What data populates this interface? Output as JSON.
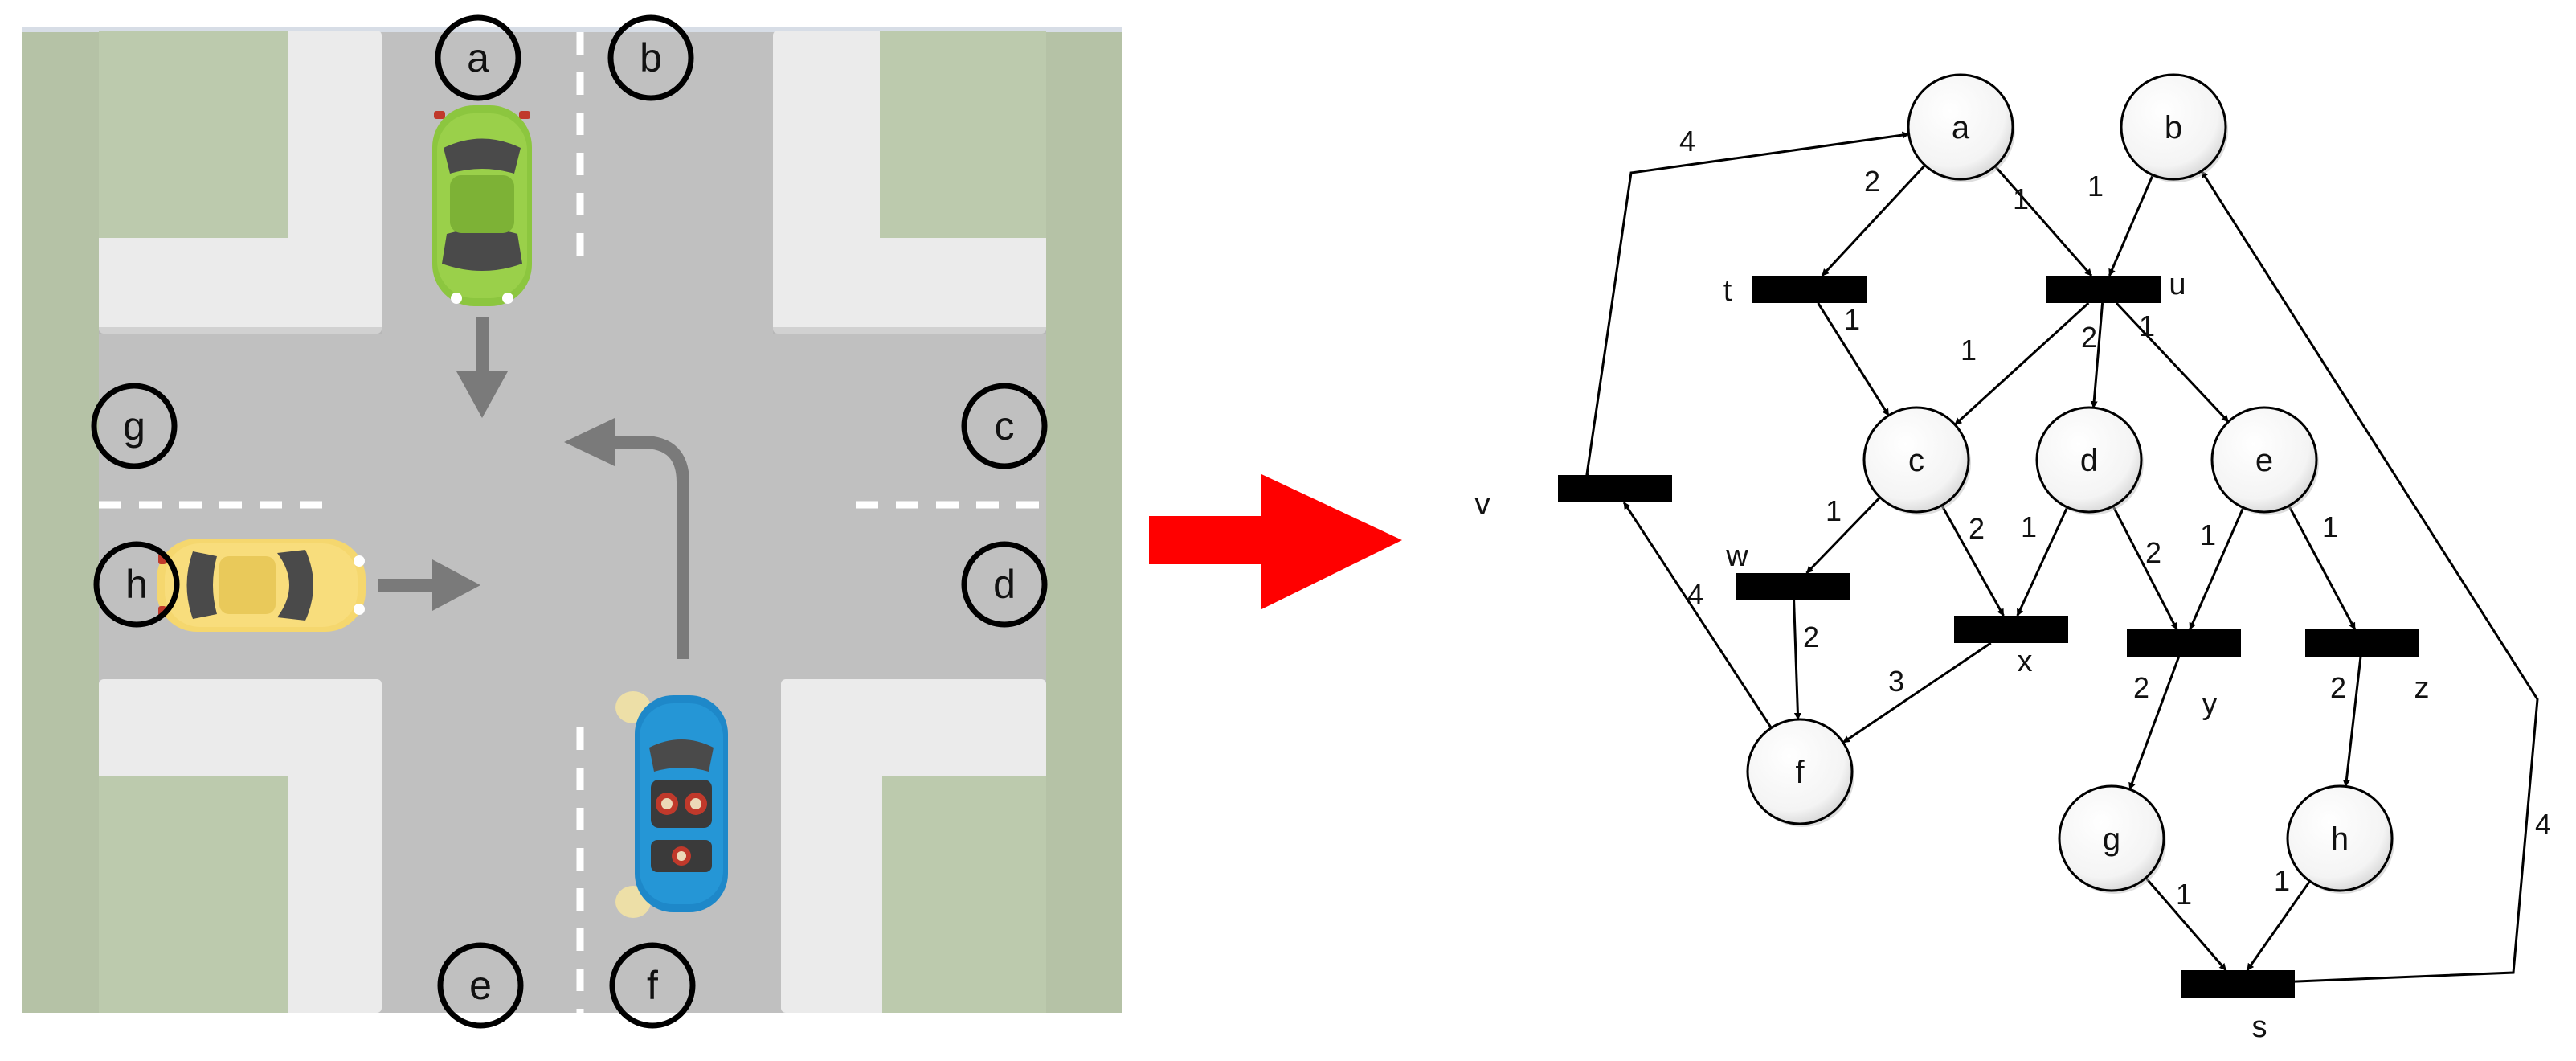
{
  "intersection": {
    "letters": [
      {
        "id": "a",
        "label": "a"
      },
      {
        "id": "b",
        "label": "b"
      },
      {
        "id": "c",
        "label": "c"
      },
      {
        "id": "d",
        "label": "d"
      },
      {
        "id": "e",
        "label": "e"
      },
      {
        "id": "f",
        "label": "f"
      },
      {
        "id": "g",
        "label": "g"
      },
      {
        "id": "h",
        "label": "h"
      }
    ],
    "cars": [
      {
        "id": "green",
        "color": "#8cc63f"
      },
      {
        "id": "yellow",
        "color": "#f5d76e"
      },
      {
        "id": "blue",
        "color": "#1e88c9"
      }
    ],
    "colors": {
      "road": "#c0c0c0",
      "sidewalk": "#ebebeb",
      "grass": "#bccaad",
      "border": "#b5c2a6",
      "arrow": "#7a7a7a"
    }
  },
  "transform_arrow": {
    "color": "#ff0000",
    "icon": "right-arrow-icon"
  },
  "petri_net": {
    "places": [
      {
        "id": "a",
        "label": "a"
      },
      {
        "id": "b",
        "label": "b"
      },
      {
        "id": "c",
        "label": "c"
      },
      {
        "id": "d",
        "label": "d"
      },
      {
        "id": "e",
        "label": "e"
      },
      {
        "id": "f",
        "label": "f"
      },
      {
        "id": "g",
        "label": "g"
      },
      {
        "id": "h",
        "label": "h"
      }
    ],
    "transitions": [
      {
        "id": "t",
        "label": "t"
      },
      {
        "id": "u",
        "label": "u"
      },
      {
        "id": "v",
        "label": "v"
      },
      {
        "id": "w",
        "label": "w"
      },
      {
        "id": "x",
        "label": "x"
      },
      {
        "id": "y",
        "label": "y"
      },
      {
        "id": "z",
        "label": "z"
      },
      {
        "id": "s",
        "label": "s"
      }
    ],
    "arcs": [
      {
        "id": "a-t",
        "from": "a",
        "to": "t",
        "weight": "2"
      },
      {
        "id": "a-u",
        "from": "a",
        "to": "u",
        "weight": "1"
      },
      {
        "id": "b-u",
        "from": "b",
        "to": "u",
        "weight": "1"
      },
      {
        "id": "t-c",
        "from": "t",
        "to": "c",
        "weight": "1"
      },
      {
        "id": "u-c",
        "from": "u",
        "to": "c",
        "weight": "1"
      },
      {
        "id": "u-d",
        "from": "u",
        "to": "d",
        "weight": "2"
      },
      {
        "id": "u-e",
        "from": "u",
        "to": "e",
        "weight": "1"
      },
      {
        "id": "c-w",
        "from": "c",
        "to": "w",
        "weight": "1"
      },
      {
        "id": "c-x",
        "from": "c",
        "to": "x",
        "weight": "2"
      },
      {
        "id": "d-x",
        "from": "d",
        "to": "x",
        "weight": "1"
      },
      {
        "id": "d-y",
        "from": "d",
        "to": "y",
        "weight": "2"
      },
      {
        "id": "e-y",
        "from": "e",
        "to": "y",
        "weight": "1"
      },
      {
        "id": "e-z",
        "from": "e",
        "to": "z",
        "weight": "1"
      },
      {
        "id": "w-f",
        "from": "w",
        "to": "f",
        "weight": "2"
      },
      {
        "id": "x-f",
        "from": "x",
        "to": "f",
        "weight": "3"
      },
      {
        "id": "f-v",
        "from": "f",
        "to": "v",
        "weight": "4"
      },
      {
        "id": "v-a",
        "from": "v",
        "to": "a",
        "weight": "4"
      },
      {
        "id": "y-g",
        "from": "y",
        "to": "g",
        "weight": "2"
      },
      {
        "id": "z-h",
        "from": "z",
        "to": "h",
        "weight": "2"
      },
      {
        "id": "g-s",
        "from": "g",
        "to": "s",
        "weight": "1"
      },
      {
        "id": "h-s",
        "from": "h",
        "to": "s",
        "weight": "1"
      },
      {
        "id": "s-b",
        "from": "s",
        "to": "b",
        "weight": "4"
      }
    ]
  }
}
